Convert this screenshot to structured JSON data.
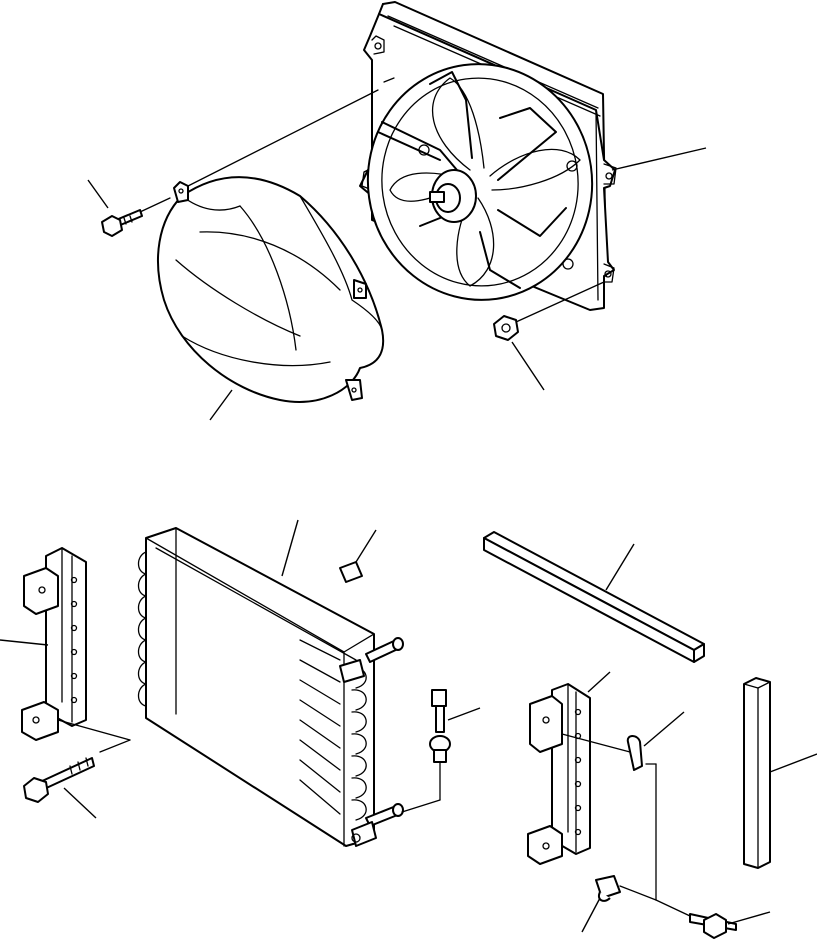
{
  "diagram": {
    "background": "#ffffff",
    "line_color": "#000000",
    "components": [
      {
        "id": "fan-shroud-assembly",
        "icon": "fan-shroud-icon"
      },
      {
        "id": "fan-shroud-cover",
        "icon": "shroud-cover-icon"
      },
      {
        "id": "bolt-upper",
        "icon": "bolt-icon"
      },
      {
        "id": "nut",
        "icon": "nut-icon"
      },
      {
        "id": "bracket-left",
        "icon": "bracket-icon"
      },
      {
        "id": "bolt-left",
        "icon": "bolt-icon"
      },
      {
        "id": "condenser-core",
        "icon": "condenser-icon"
      },
      {
        "id": "label-plate",
        "icon": "label-plate-icon"
      },
      {
        "id": "pressure-switch",
        "icon": "pressure-switch-icon"
      },
      {
        "id": "seal-strip-horizontal",
        "icon": "seal-strip-icon"
      },
      {
        "id": "bracket-right",
        "icon": "bracket-icon"
      },
      {
        "id": "clip-upper",
        "icon": "clip-icon"
      },
      {
        "id": "seal-strip-vertical",
        "icon": "seal-strip-icon"
      },
      {
        "id": "clip-lower",
        "icon": "clip-icon"
      },
      {
        "id": "bolt-lower-right",
        "icon": "bolt-icon"
      }
    ]
  }
}
